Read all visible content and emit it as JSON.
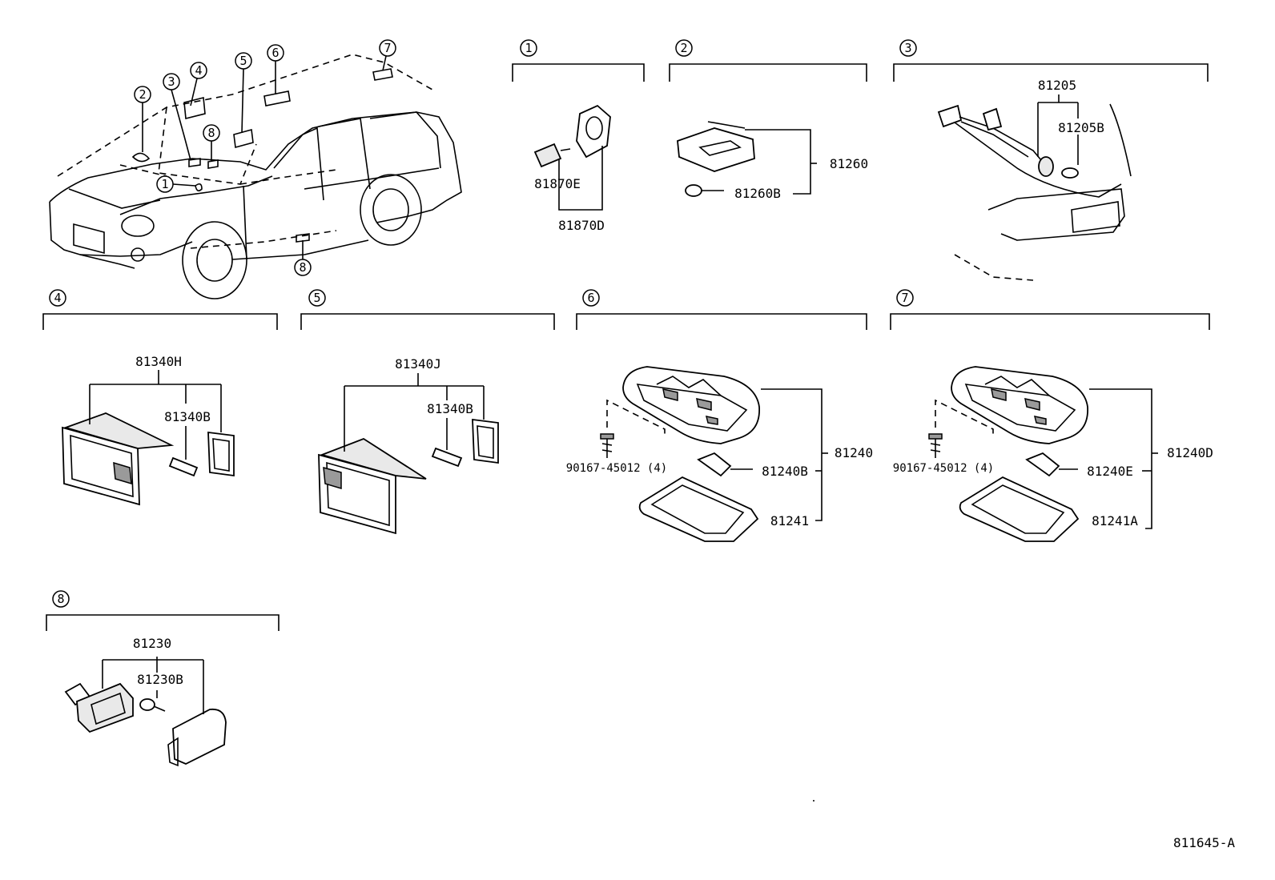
{
  "diagram_ref": "811645-A",
  "callouts": [
    "1",
    "2",
    "3",
    "4",
    "5",
    "6",
    "7",
    "8"
  ],
  "sections": [
    {
      "id": "1",
      "parts": [
        "81870E",
        "81870D"
      ]
    },
    {
      "id": "2",
      "parts": [
        "81260",
        "81260B"
      ]
    },
    {
      "id": "3",
      "parts": [
        "81205",
        "81205B"
      ]
    },
    {
      "id": "4",
      "parts": [
        "81340H",
        "81340B"
      ]
    },
    {
      "id": "5",
      "parts": [
        "81340J",
        "81340B"
      ]
    },
    {
      "id": "6",
      "parts": [
        "81240",
        "81240B",
        "81241",
        "90167-45012 (4)"
      ]
    },
    {
      "id": "7",
      "parts": [
        "81240D",
        "81240E",
        "81241A",
        "90167-45012 (4)"
      ]
    },
    {
      "id": "8",
      "parts": [
        "81230",
        "81230B"
      ]
    }
  ]
}
